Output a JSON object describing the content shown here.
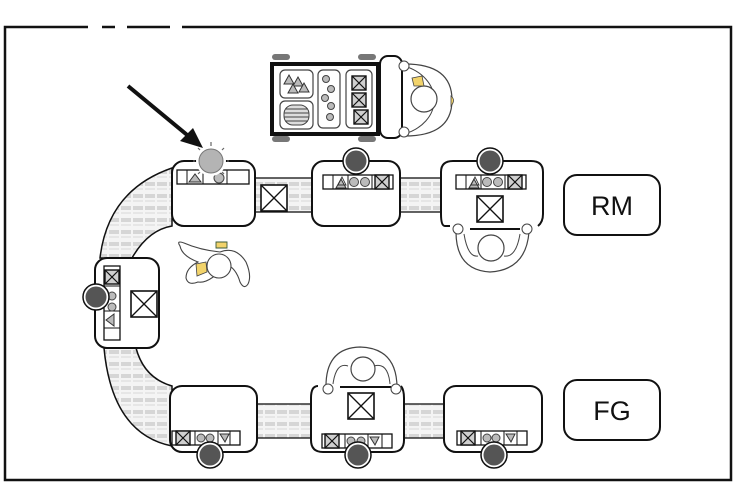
{
  "diagram": {
    "type": "manufacturing-cell-layout",
    "shape": "U-shaped conveyor line",
    "areas": [
      {
        "id": "rm",
        "label": "RM"
      },
      {
        "id": "fg",
        "label": "FG"
      }
    ],
    "stations": {
      "top": [
        {
          "id": "top-1",
          "highlighted": true,
          "parts": [
            "empty",
            "triangle",
            "empty",
            "circle",
            "empty"
          ]
        },
        {
          "id": "top-2",
          "highlighted": false,
          "parts": [
            "empty",
            "triangles",
            "circle",
            "circle",
            "crate"
          ]
        },
        {
          "id": "top-3",
          "highlighted": false,
          "parts": [
            "empty",
            "triangles",
            "circle",
            "circle",
            "crate"
          ],
          "has_operator": true
        }
      ],
      "left": [
        {
          "id": "left-1",
          "highlighted": false,
          "parts": [
            "crate",
            "circle",
            "circle",
            "triangles",
            "empty"
          ]
        }
      ],
      "bottom": [
        {
          "id": "bottom-1",
          "highlighted": false,
          "parts": [
            "crate",
            "circles",
            "triangles",
            "empty"
          ]
        },
        {
          "id": "bottom-2",
          "highlighted": false,
          "parts": [
            "crate",
            "circles",
            "triangles",
            "empty"
          ],
          "has_operator": true
        },
        {
          "id": "bottom-3",
          "highlighted": false,
          "parts": [
            "crate",
            "circles",
            "triangles",
            "empty"
          ]
        }
      ]
    },
    "cart": {
      "compartments": [
        "triangles",
        "stacked-plates",
        "circles",
        "crates"
      ],
      "has_operator": true
    },
    "colors": {
      "machine_dark": "#555555",
      "machine_highlight": "#b4b4b4",
      "conveyor": "#dcdcdc",
      "operator_accent": "#f2d36b",
      "stroke": "#111111"
    }
  }
}
